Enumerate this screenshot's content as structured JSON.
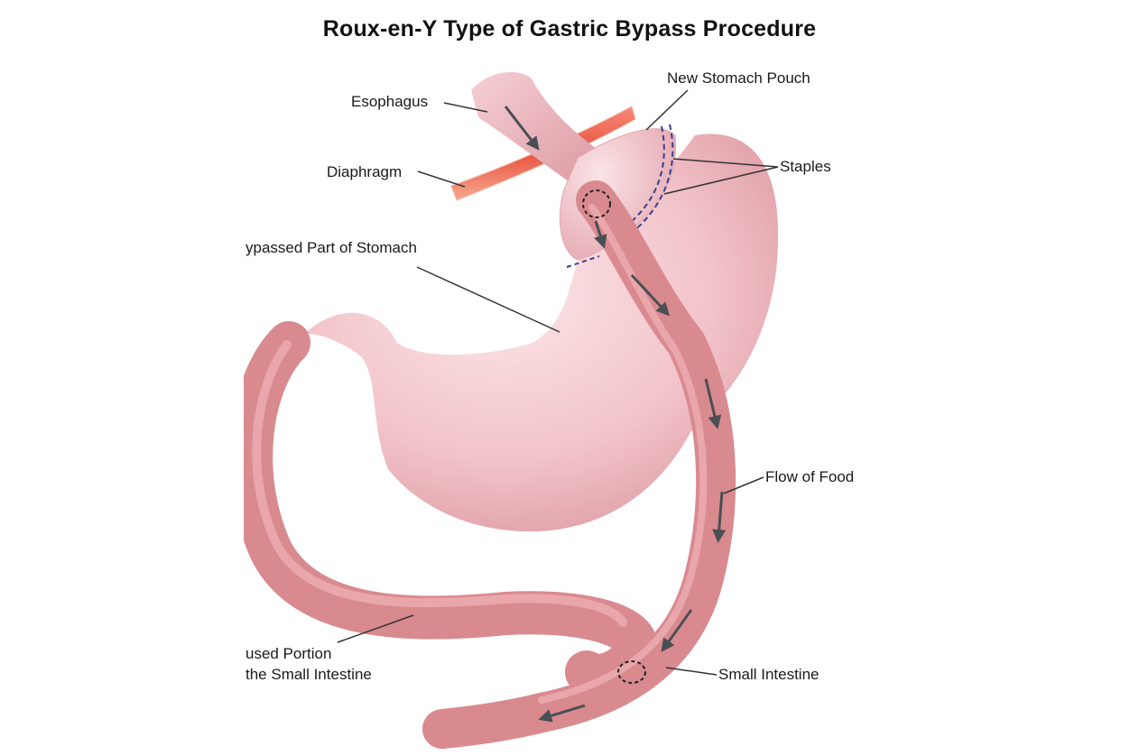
{
  "title": "Roux-en-Y Type of Gastric Bypass Procedure",
  "labels": {
    "esophagus": "Esophagus",
    "diaphragm": "Diaphragm",
    "new_stomach_pouch": "New Stomach Pouch",
    "staples": "Staples",
    "bypassed_part": "ypassed Part of Stomach",
    "flow_of_food": "Flow of Food",
    "unused_portion_line1": "used Portion",
    "unused_portion_line2": "the Small Intestine",
    "small_intestine": "Small Intestine"
  },
  "colors": {
    "stomach": "#f3c6cc",
    "intestine": "#d98a8f",
    "diaphragm": "#ee6a5a",
    "staples": "#3a3f8f",
    "arrow": "#4a4f55"
  }
}
